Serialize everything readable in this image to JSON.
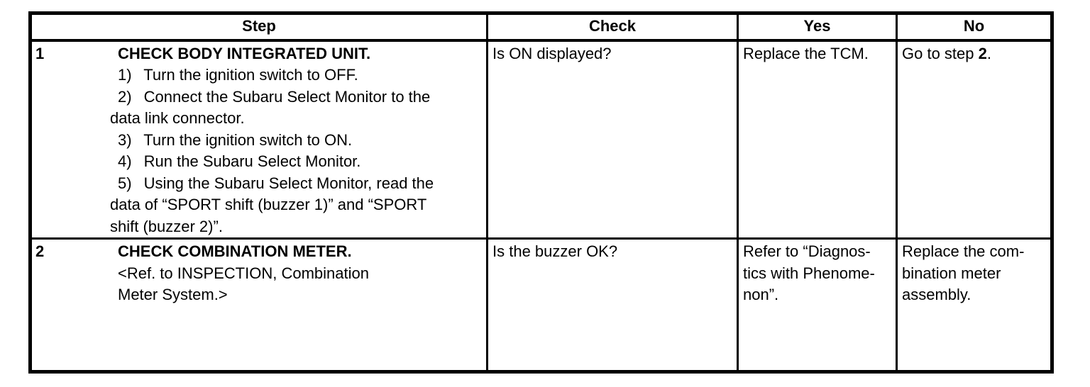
{
  "table": {
    "headers": [
      "Step",
      "Check",
      "Yes",
      "No"
    ],
    "rows": [
      {
        "step_no": "1",
        "title": "CHECK BODY INTEGRATED UNIT.",
        "items": [
          "1)  Turn the ignition switch to OFF.",
          "2)  Connect the Subaru Select Monitor to the\ndata link connector.",
          "3)  Turn the ignition switch to ON.",
          "4)  Run the Subaru Select Monitor.",
          "5)  Using the Subaru Select Monitor, read the\ndata of “SPORT shift (buzzer 1)” and “SPORT\nshift (buzzer 2)”."
        ],
        "check": "Is ON displayed?",
        "yes": "Replace the TCM.",
        "no": {
          "prefix": "Go to step ",
          "step_ref": "2",
          "suffix": "."
        }
      },
      {
        "step_no": "2",
        "title": "CHECK COMBINATION METER.",
        "ref": "<Ref. to INSPECTION, Combination\nMeter System.>",
        "check": "Is the buzzer OK?",
        "yes": "Refer to “Diagnos-\ntics with Phenome-\nnon”.",
        "no": "Replace the com-\nbination meter\nassembly."
      }
    ],
    "colors": {
      "border": "#000000",
      "text": "#000000",
      "background": "#ffffff"
    }
  }
}
